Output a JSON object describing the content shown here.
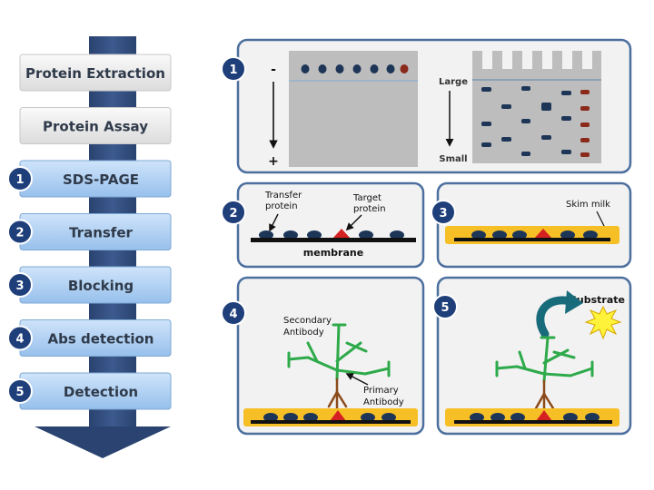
{
  "steps": [
    {
      "badge": "",
      "label": "Protein Extraction",
      "style": "gray"
    },
    {
      "badge": "",
      "label": "Protein Assay",
      "style": "gray"
    },
    {
      "badge": "1",
      "label": "SDS-PAGE",
      "style": "blue"
    },
    {
      "badge": "2",
      "label": "Transfer",
      "style": "blue"
    },
    {
      "badge": "3",
      "label": "Blocking",
      "style": "blue"
    },
    {
      "badge": "4",
      "label": "Abs detection",
      "style": "blue"
    },
    {
      "badge": "5",
      "label": "Detection",
      "style": "blue"
    }
  ],
  "panel1": {
    "badge": "1",
    "minus": "-",
    "plus": "+",
    "large": "Large",
    "small": "Small"
  },
  "panel2": {
    "badge": "2",
    "transfer_protein": [
      "Transfer",
      "protein"
    ],
    "target_protein": [
      "Target",
      "protein"
    ],
    "membrane": "membrane"
  },
  "panel3": {
    "badge": "3",
    "skim_milk": "Skim milk"
  },
  "panel4": {
    "badge": "4",
    "secondary_antibody": [
      "Secondary",
      "Antibody"
    ],
    "primary_antibody": [
      "Primary",
      "Antibody"
    ]
  },
  "panel5": {
    "badge": "5",
    "substrate": "Substrate"
  },
  "colors": {
    "badge_navy": "#1f3f7a",
    "step_blue": "#a9cdf3",
    "step_gray": "#eeeeee",
    "arrow_blue": "#243a66",
    "panel_border": "#4c6f9e",
    "panel_fill": "#f2f2f2",
    "gel_gray": "#bdbdbd",
    "band_navy": "#1d3557",
    "band_red": "#8b2a1b",
    "membrane_black": "#111111",
    "milk_yellow": "#f6bf26",
    "target_red": "#d42020",
    "antibody_green": "#2eaa4a",
    "antibody_brown": "#8b4a1a",
    "substrate_teal": "#176b7a",
    "sun_yellow": "#fff23a"
  }
}
